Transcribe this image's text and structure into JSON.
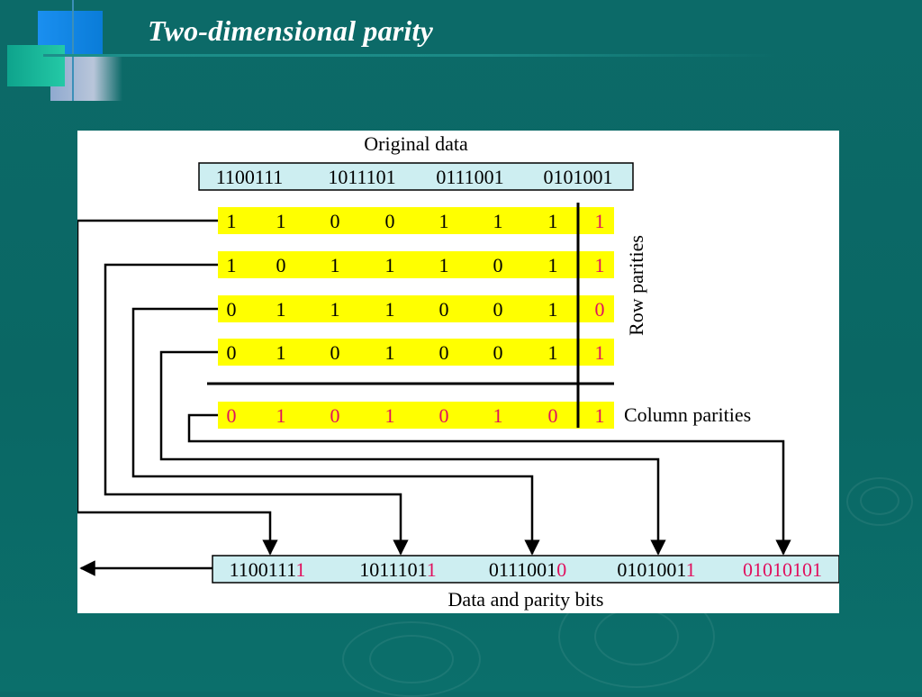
{
  "slide": {
    "title": "Two-dimensional parity"
  },
  "diagram": {
    "original_label": "Original data",
    "original_words": [
      "1100111",
      "1011101",
      "0111001",
      "0101001"
    ],
    "rows": [
      {
        "data": [
          "1",
          "1",
          "0",
          "0",
          "1",
          "1",
          "1"
        ],
        "parity": "1"
      },
      {
        "data": [
          "1",
          "0",
          "1",
          "1",
          "1",
          "0",
          "1"
        ],
        "parity": "1"
      },
      {
        "data": [
          "0",
          "1",
          "1",
          "1",
          "0",
          "0",
          "1"
        ],
        "parity": "0"
      },
      {
        "data": [
          "0",
          "1",
          "0",
          "1",
          "0",
          "0",
          "1"
        ],
        "parity": "1"
      }
    ],
    "column_parity": {
      "data": [
        "0",
        "1",
        "0",
        "1",
        "0",
        "1",
        "0"
      ],
      "parity": "1"
    },
    "row_parities_label": "Row parities",
    "column_parities_label": "Column parities",
    "output_words": [
      {
        "data": "1100111",
        "parity": "1"
      },
      {
        "data": "1011101",
        "parity": "1"
      },
      {
        "data": "0111001",
        "parity": "0"
      },
      {
        "data": "0101001",
        "parity": "1"
      },
      {
        "data": "",
        "parity": "01010101"
      }
    ],
    "output_label": "Data and parity bits",
    "colors": {
      "data_row_fill": "#ffff00",
      "box_fill": "#cdeef1",
      "parity_text": "#e0105e",
      "text": "#000000"
    }
  }
}
